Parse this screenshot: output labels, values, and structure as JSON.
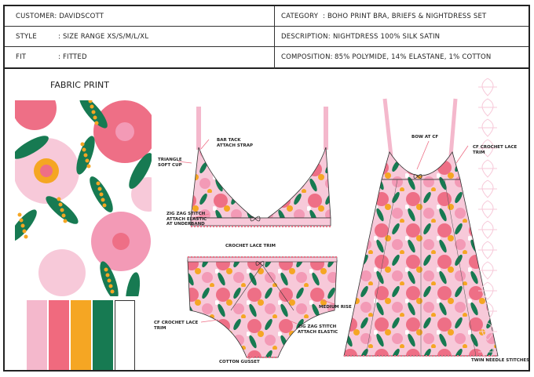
{
  "header": {
    "customer_label": "CUSTOMER:",
    "customer_value": "DAVIDSCOTT",
    "style_label": "STYLE",
    "style_value": ": SIZE RANGE XS/S/M/L/XL",
    "fit_label": "FIT",
    "fit_value": ": FITTED",
    "category_label": "CATEGORY",
    "category_value": ": BOHO PRINT BRA, BRIEFS & NIGHTDRESS SET",
    "description_label": "DESCRIPTION:",
    "description_value": "NIGHTDRESS 100% SILK SATIN",
    "composition_label": "COMPOSITION:",
    "composition_value": "85% POLYMIDE, 14% ELASTANE, 1% COTTON"
  },
  "fabric_title": "FABRIC PRINT",
  "palette": [
    {
      "color": "#f4b8cc"
    },
    {
      "color": "#f06a7e"
    },
    {
      "color": "#f5a623"
    },
    {
      "color": "#177a52"
    },
    {
      "color": "#ffffff"
    }
  ],
  "print_colors": {
    "pink": "#f39ab6",
    "light_pink": "#f7c9d9",
    "coral": "#ee6f86",
    "orange": "#f5a623",
    "green": "#177a52",
    "white": "#ffffff"
  },
  "callouts": {
    "triangle_soft_cup": [
      "TRIANGLE",
      "SOFT CUP"
    ],
    "bar_tack": [
      "BAR TACK",
      "ATTACH STRAP"
    ],
    "zigzag_bra": [
      "ZIG ZAG STITCH",
      "ATTACH ELASTIC",
      "AT UNDERBAND"
    ],
    "crochet_lace_trim": [
      "CROCHET LACE TRIM"
    ],
    "medium_rise": [
      "MEDIUM RISE"
    ],
    "cf_crochet_brief": [
      "CF CROCHET LACE",
      "TRIM"
    ],
    "zigzag_brief": [
      "ZIG ZAG STITCH",
      "ATTACH ELASTIC"
    ],
    "cotton_gusset": [
      "COTTON GUSSET"
    ],
    "bow_at_cf": [
      "BOW AT CF"
    ],
    "cf_crochet_dress": [
      "CF CROCHET LACE",
      "TRIM"
    ],
    "twin_needle": [
      "TWIN NEEDLE STITCHES"
    ]
  }
}
